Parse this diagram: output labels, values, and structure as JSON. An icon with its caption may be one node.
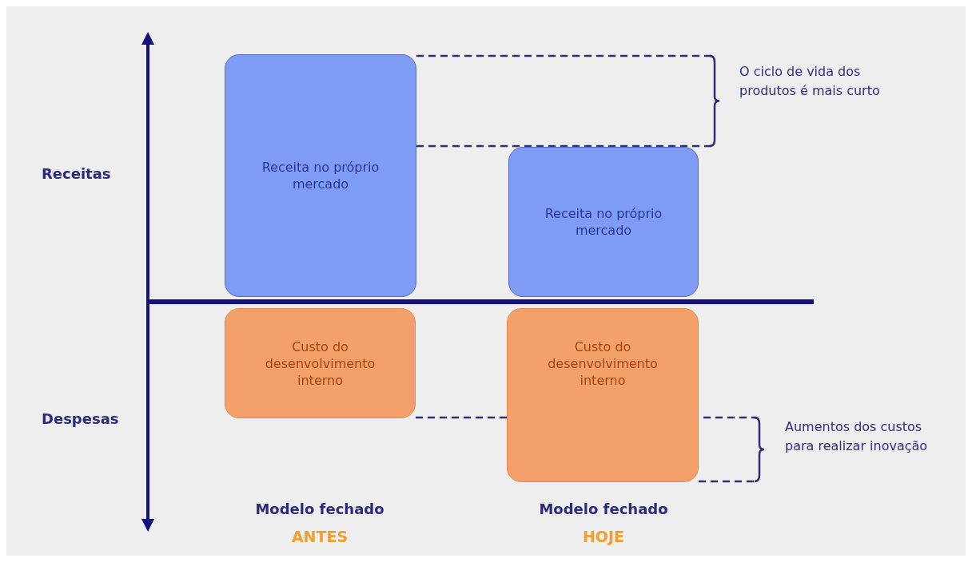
{
  "diagram": {
    "nodes": [
      {
        "text": [
          "Receita no próprio mercado"
        ]
      },
      {
        "text": [
          "Receita no próprio mercado"
        ]
      },
      {
        "text": [
          "Custo do desenvolvimento interno"
        ]
      },
      {
        "text": [
          "Custo do desenvolvimento interno"
        ]
      }
    ],
    "edges": [],
    "labels": [
      "Receitas",
      "O ciclo de vida dos produtos é mais curto",
      "Despesas",
      "Aumentos dos custos para realizar inovação",
      "Modelo fechado",
      "ANTES",
      "Modelo fechado",
      "HOJE"
    ]
  }
}
